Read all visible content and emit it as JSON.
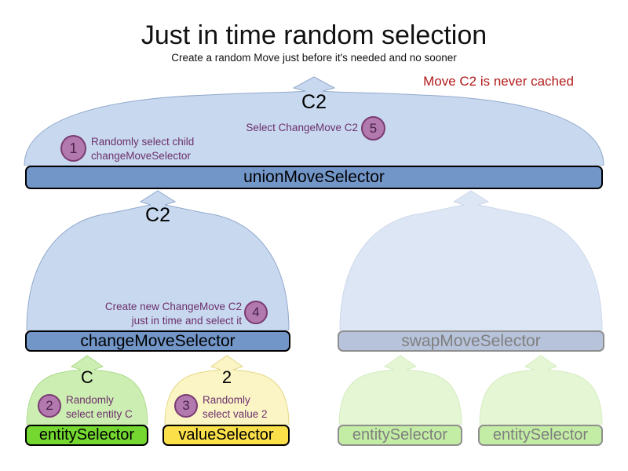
{
  "title": "Just in time random selection",
  "subtitle": "Create a random Move just before it's needed and no sooner",
  "note": "Move C2 is never cached",
  "nodes": {
    "union": {
      "label": "unionMoveSelector",
      "output": "C2"
    },
    "change": {
      "label": "changeMoveSelector",
      "output": "C2"
    },
    "swap": {
      "label": "swapMoveSelector"
    },
    "entity": {
      "label": "entitySelector",
      "output": "C"
    },
    "value": {
      "label": "valueSelector",
      "output": "2"
    },
    "entityFaded1": {
      "label": "entitySelector"
    },
    "entityFaded2": {
      "label": "entitySelector"
    }
  },
  "steps": {
    "s1": {
      "num": "1",
      "line1": "Randomly select child",
      "line2": "changeMoveSelector"
    },
    "s2": {
      "num": "2",
      "line1": "Randomly",
      "line2": "select entity C"
    },
    "s3": {
      "num": "3",
      "line1": "Randomly",
      "line2": "select value 2"
    },
    "s4": {
      "num": "4",
      "line1": "Create new ChangeMove C2",
      "line2": "just in time and select it"
    },
    "s5": {
      "num": "5",
      "line1": "Select ChangeMove C2"
    }
  },
  "colors": {
    "dome_blue": "#c8d9ef",
    "dome_blue_stroke": "#92a9cc",
    "dome_blue_faded": "#dde6f4",
    "dome_blue_faded_stroke": "#cdd8ea",
    "bar_blue": "#7396c9",
    "bar_blue_faded": "#b7c3da",
    "dome_green": "#cdeeb2",
    "dome_green_stroke": "#aad989",
    "dome_green_faded": "#e5f6d5",
    "dome_green_faded_stroke": "#d3ebbe",
    "dome_yellow": "#fbf5c6",
    "dome_yellow_stroke": "#e3d682",
    "bar_green": "#74d831",
    "bar_yellow": "#fce04a",
    "bar_green_faded": "#c3eda4",
    "faded_border": "#8f8f8f",
    "circle_fill": "#b279ae",
    "circle_stroke": "#7a3b72",
    "circle_text": "#4a234a",
    "annotation": "#6b2f6b",
    "note_red": "#b21a1a"
  }
}
